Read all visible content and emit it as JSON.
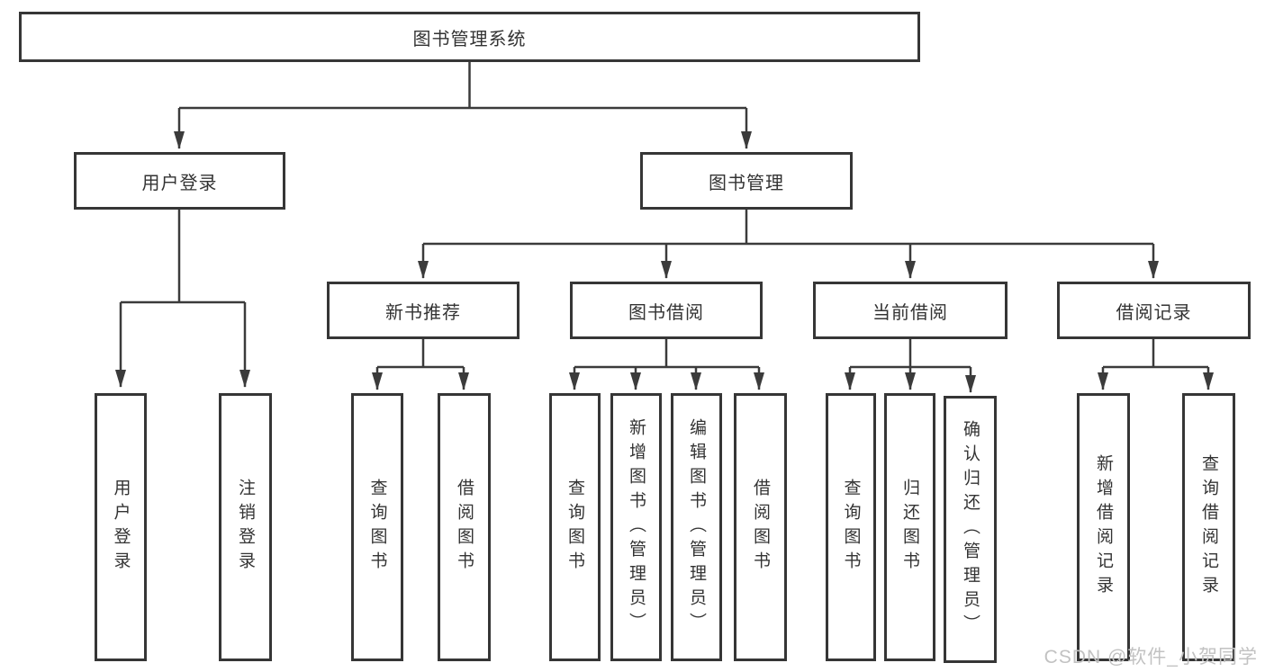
{
  "nodes": {
    "root": {
      "label": "图书管理系统"
    },
    "branches": [
      {
        "label": "用户登录",
        "children": [
          "用户登录",
          "注销登录"
        ]
      },
      {
        "label": "图书管理"
      }
    ],
    "modules": [
      {
        "label": "新书推荐",
        "children": [
          "查询图书",
          "借阅图书"
        ]
      },
      {
        "label": "图书借阅",
        "children": [
          "查询图书",
          "新增图书（管理员）",
          "编辑图书（管理员）",
          "借阅图书"
        ]
      },
      {
        "label": "当前借阅",
        "children": [
          "查询图书",
          "归还图书",
          "确认归还（管理员）"
        ]
      },
      {
        "label": "借阅记录",
        "children": [
          "新增借阅记录",
          "查询借阅记录"
        ]
      }
    ]
  },
  "watermark": "CSDN @软件_小贺同学",
  "colors": {
    "line": "#3b3b3b",
    "box_border": "#363636",
    "text": "#333333",
    "watermark": "#c2c2c2",
    "background": "#ffffff"
  }
}
